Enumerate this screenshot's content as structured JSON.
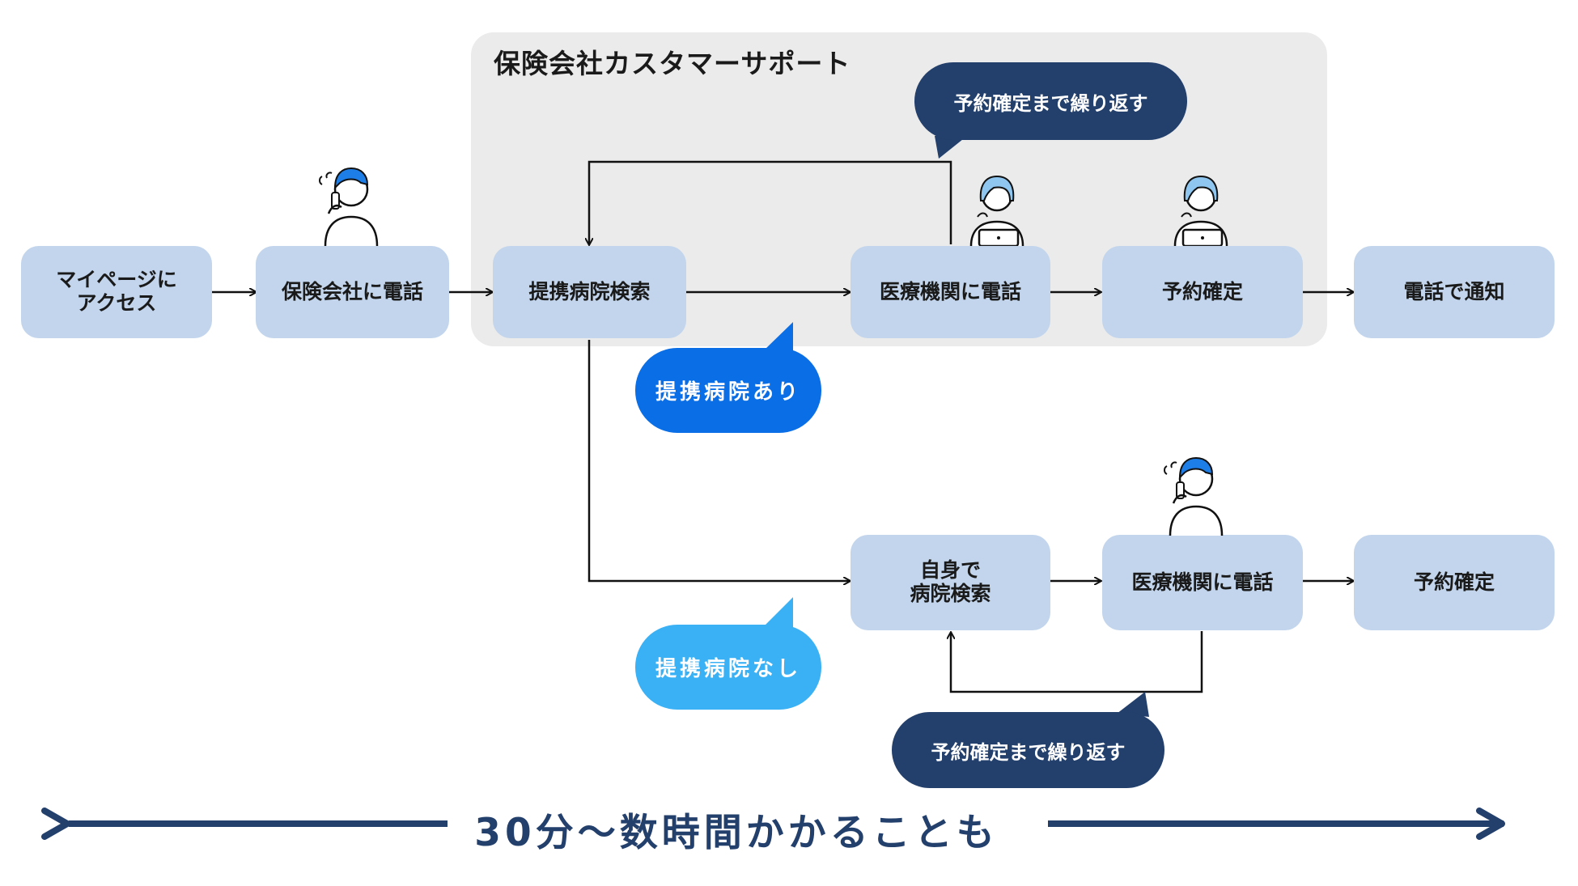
{
  "panel": {
    "title": "保険会社カスタマーサポート"
  },
  "boxes": {
    "mypage": "マイページに\nアクセス",
    "call_insurer": "保険会社に電話",
    "search_partner": "提携病院検索",
    "call_medical_top": "医療機関に電話",
    "confirm_top": "予約確定",
    "notify": "電話で通知",
    "self_search": "自身で\n病院検索",
    "call_medical_bottom": "医療機関に電話",
    "confirm_bottom": "予約確定"
  },
  "bubbles": {
    "repeat_top": "予約確定まで繰り返す",
    "partner_yes": "提携病院あり",
    "partner_no": "提携病院なし",
    "repeat_bottom": "予約確定まで繰り返す"
  },
  "timeline": {
    "label": "30分〜数時間かかることも"
  },
  "colors": {
    "box": "#c2d5ec",
    "panel": "#ebebeb",
    "dark_navy": "#233f6b",
    "blue": "#0a6ee6",
    "light_blue": "#3bb1f5",
    "person_hair_user": "#1e7ee8",
    "person_hair_operator": "#8fc6ef"
  },
  "icons": [
    "worried-user-phone-icon",
    "operator-headset-icon"
  ]
}
